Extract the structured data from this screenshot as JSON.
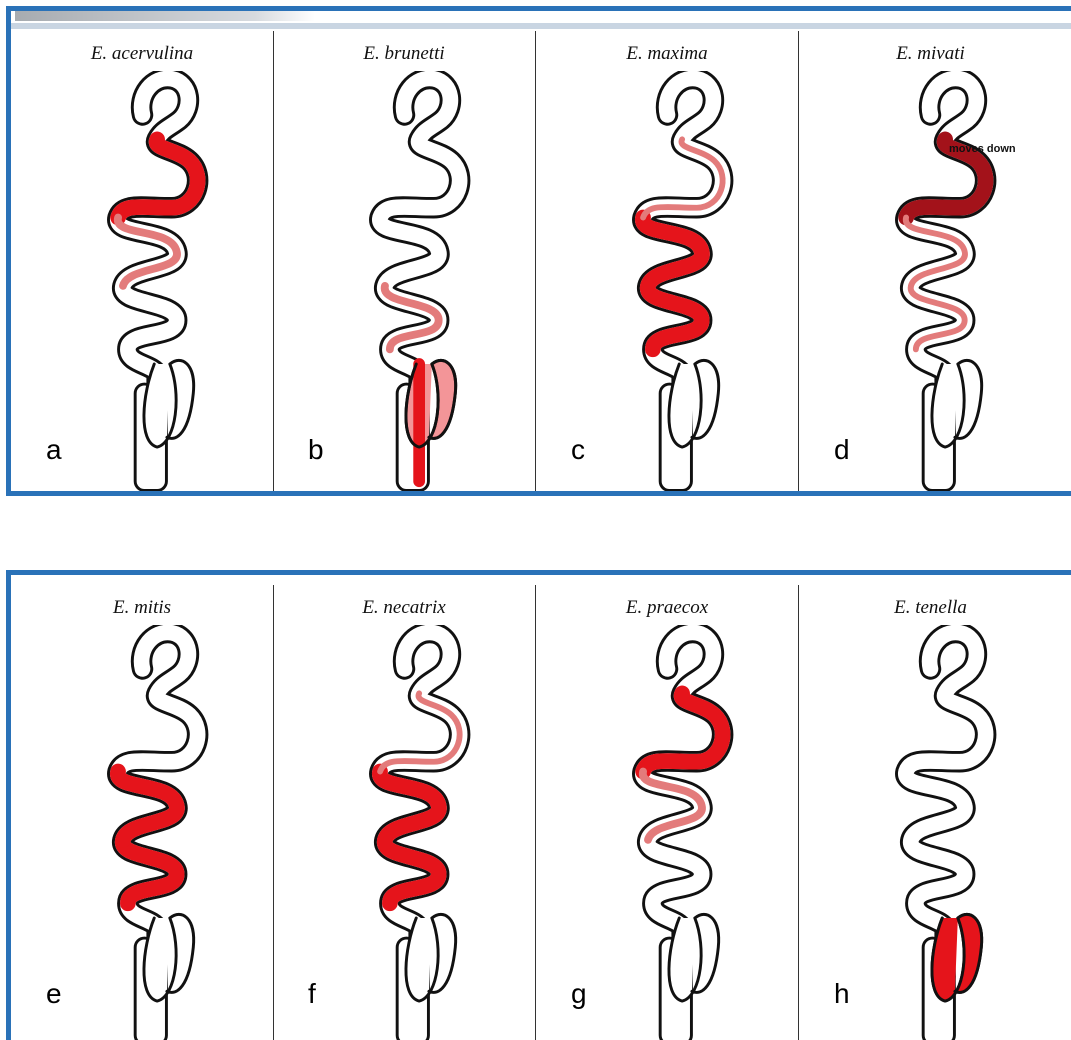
{
  "panels_top": [
    {
      "species": "E. acervulina",
      "letter": "a",
      "infection": "upper"
    },
    {
      "species": "E. brunetti",
      "letter": "b",
      "infection": "lower"
    },
    {
      "species": "E. maxima",
      "letter": "c",
      "infection": "middle"
    },
    {
      "species": "E. mivati",
      "letter": "d",
      "infection": "upper-dark"
    }
  ],
  "panels_bottom": [
    {
      "species": "E. mitis",
      "letter": "e",
      "infection": "mid-lower"
    },
    {
      "species": "E. necatrix",
      "letter": "f",
      "infection": "middle"
    },
    {
      "species": "E. praecox",
      "letter": "g",
      "infection": "upper"
    },
    {
      "species": "E. tenella",
      "letter": "h",
      "infection": "ceca"
    }
  ],
  "annotation": "moves down",
  "colors": {
    "border": "#2a72b8",
    "infection": "#e5141b",
    "infection_dark": "#a3121a",
    "speckle": "#e37b7b"
  }
}
